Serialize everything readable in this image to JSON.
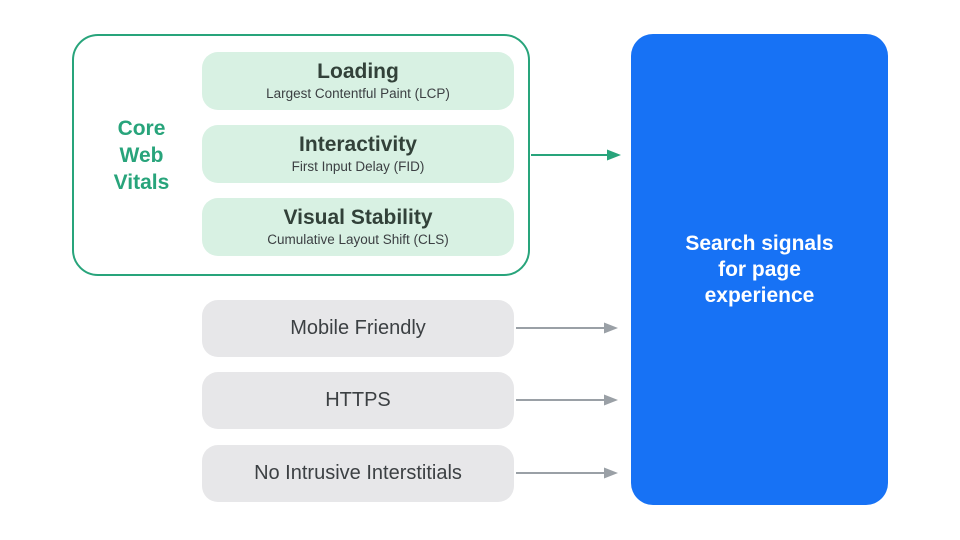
{
  "core_web_vitals": {
    "label": "Core Web Vitals",
    "pills": [
      {
        "title": "Loading",
        "subtitle": "Largest Contentful Paint (LCP)"
      },
      {
        "title": "Interactivity",
        "subtitle": "First Input Delay (FID)"
      },
      {
        "title": "Visual Stability",
        "subtitle": "Cumulative Layout Shift (CLS)"
      }
    ]
  },
  "other_signals": [
    {
      "label": "Mobile Friendly"
    },
    {
      "label": "HTTPS"
    },
    {
      "label": "No Intrusive Interstitials"
    }
  ],
  "result_box": {
    "label": "Search signals for page experience"
  },
  "colors": {
    "green": "#28A47B",
    "light_green": "#D8F1E3",
    "pill_title": "#324139",
    "pill_subtitle": "#3C4043",
    "gray_pill_bg": "#E7E7E9",
    "gray_text": "#3C4043",
    "arrow_gray": "#9AA0A6",
    "blue": "#1772F5",
    "result_text": "#FFFFFF"
  }
}
